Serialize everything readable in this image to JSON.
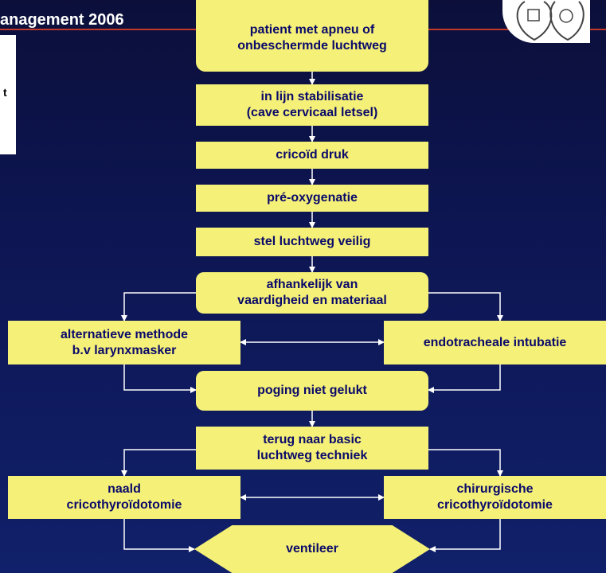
{
  "header": {
    "title": "anagement 2006"
  },
  "side_fragment": "t",
  "nodes": {
    "start": "patient met apneu of\nonbeschermde luchtweg",
    "stabilisatie": "in lijn stabilisatie\n(cave cervicaal letsel)",
    "cricoid": "cricoïd druk",
    "preox": "pré-oxygenatie",
    "veilig": "stel luchtweg veilig",
    "afhankelijk": "afhankelijk van\nvaardigheid en materiaal",
    "alternatief": "alternatieve methode\nb.v larynxmasker",
    "intubatie": "endotracheale intubatie",
    "poging": "poging niet gelukt",
    "terug": "terug naar basic\nluchtweg techniek",
    "naald": "naald\ncricothyroïdotomie",
    "chirurgisch": "chirurgische\ncricothyroïdotomie",
    "ventileer": "ventileer"
  }
}
